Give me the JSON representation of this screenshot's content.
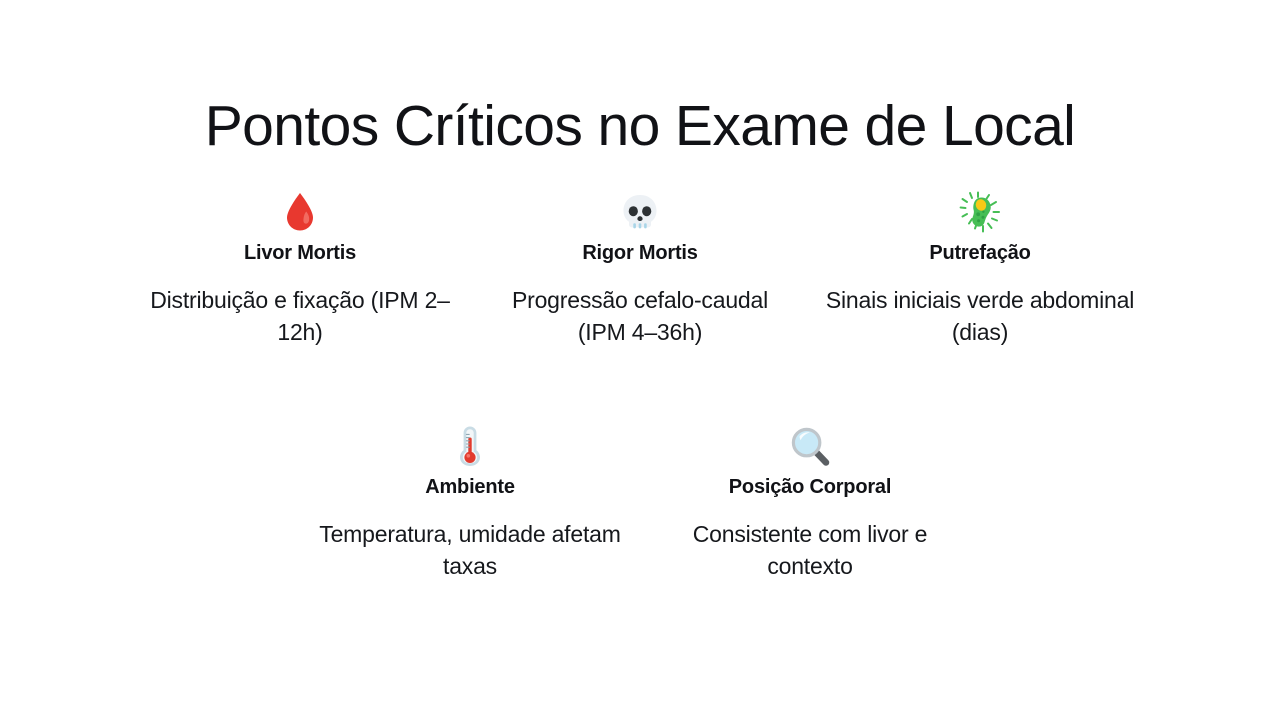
{
  "slide": {
    "title": "Pontos Críticos no Exame de Local",
    "background_color": "#ffffff",
    "text_color": "#16181c"
  },
  "rows": [
    {
      "name": "top-row",
      "cards": [
        {
          "icon": "blood-drop-icon",
          "icon_emoji": "🩸",
          "icon_color": "#E8382F",
          "title": "Livor Mortis",
          "description": "Distribuição e fixação (IPM 2–12h)"
        },
        {
          "icon": "skull-icon",
          "icon_emoji": "💀",
          "icon_color": "#EDF1F5",
          "title": "Rigor Mortis",
          "description": "Progressão cefalo-caudal (IPM 4–36h)"
        },
        {
          "icon": "microbe-icon",
          "icon_emoji": "🦠",
          "icon_color": "#46BE55",
          "title": "Putrefação",
          "description": "Sinais iniciais verde abdominal (dias)"
        }
      ]
    },
    {
      "name": "bottom-row",
      "cards": [
        {
          "icon": "thermometer-icon",
          "icon_emoji": "🌡️",
          "icon_color": "#E23B2E",
          "title": "Ambiente",
          "description": "Temperatura, umidade afetam taxas"
        },
        {
          "icon": "magnifying-glass-icon",
          "icon_emoji": "🔍",
          "icon_color": "#BFE4F5",
          "title": "Posição Corporal",
          "description": "Consistente com livor e contexto"
        }
      ]
    }
  ]
}
